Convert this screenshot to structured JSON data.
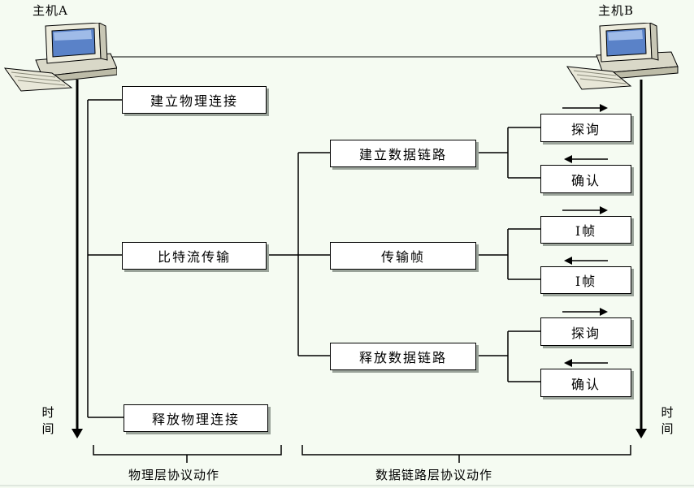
{
  "hosts": {
    "a": "主机A",
    "b": "主机B"
  },
  "time_label": "时间",
  "physical": {
    "establish": "建立物理连接",
    "bitstream": "比特流传输",
    "release": "释放物理连接"
  },
  "datalink": {
    "establish": "建立数据链路",
    "transfer": "传输帧",
    "release": "释放数据链路"
  },
  "frames": {
    "probe": "探询",
    "confirm": "确认",
    "iframe": "I帧"
  },
  "braces": {
    "physical": "物理层协议动作",
    "datalink": "数据链路层协议动作"
  },
  "colors": {
    "background": "#f5fbf2",
    "computer_body": "#e9e8dc",
    "screen": "#5a82c8"
  }
}
